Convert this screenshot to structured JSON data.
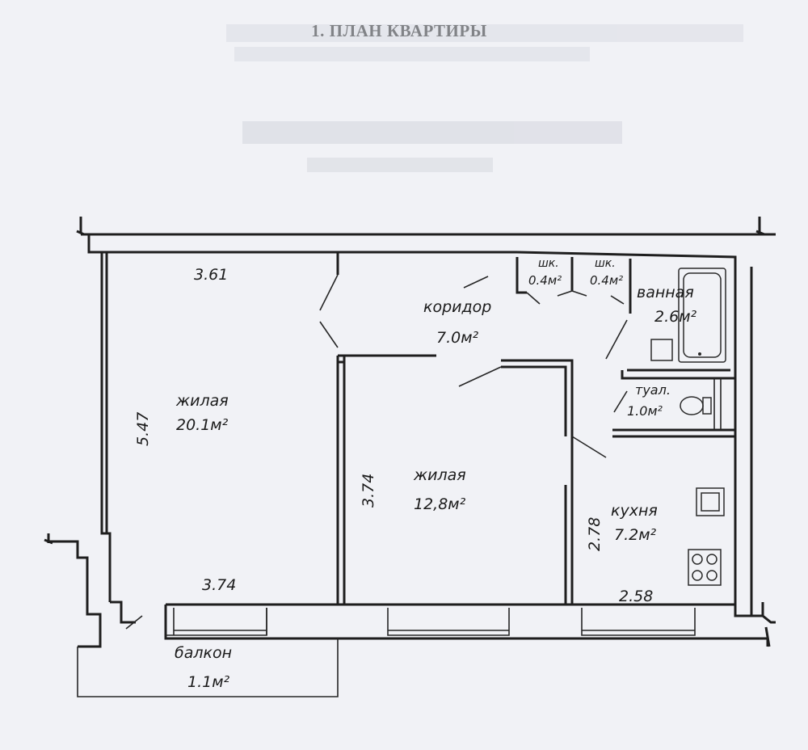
{
  "title": "1. ПЛАН КВАРТИРЫ",
  "rooms": [
    {
      "name": "жилая",
      "area": "20.1м²"
    },
    {
      "name": "жилая",
      "area": "12,8м²"
    },
    {
      "name": "коридор",
      "area": "7.0м²"
    },
    {
      "name": "шк.",
      "area": "0.4м²"
    },
    {
      "name": "шк.",
      "area": "0.4м²"
    },
    {
      "name": "ванная",
      "area": "2.6м²"
    },
    {
      "name": "туал.",
      "area": "1.0м²"
    },
    {
      "name": "кухня",
      "area": "7.2м²"
    },
    {
      "name": "балкон",
      "area": "1.1м²"
    }
  ],
  "dimensions": [
    "3.61",
    "5.47",
    "3.74",
    "3.74",
    "2.78",
    "2.58"
  ],
  "colors": {
    "ink": "#1e1e1e",
    "paper": "#f1f2f6"
  }
}
